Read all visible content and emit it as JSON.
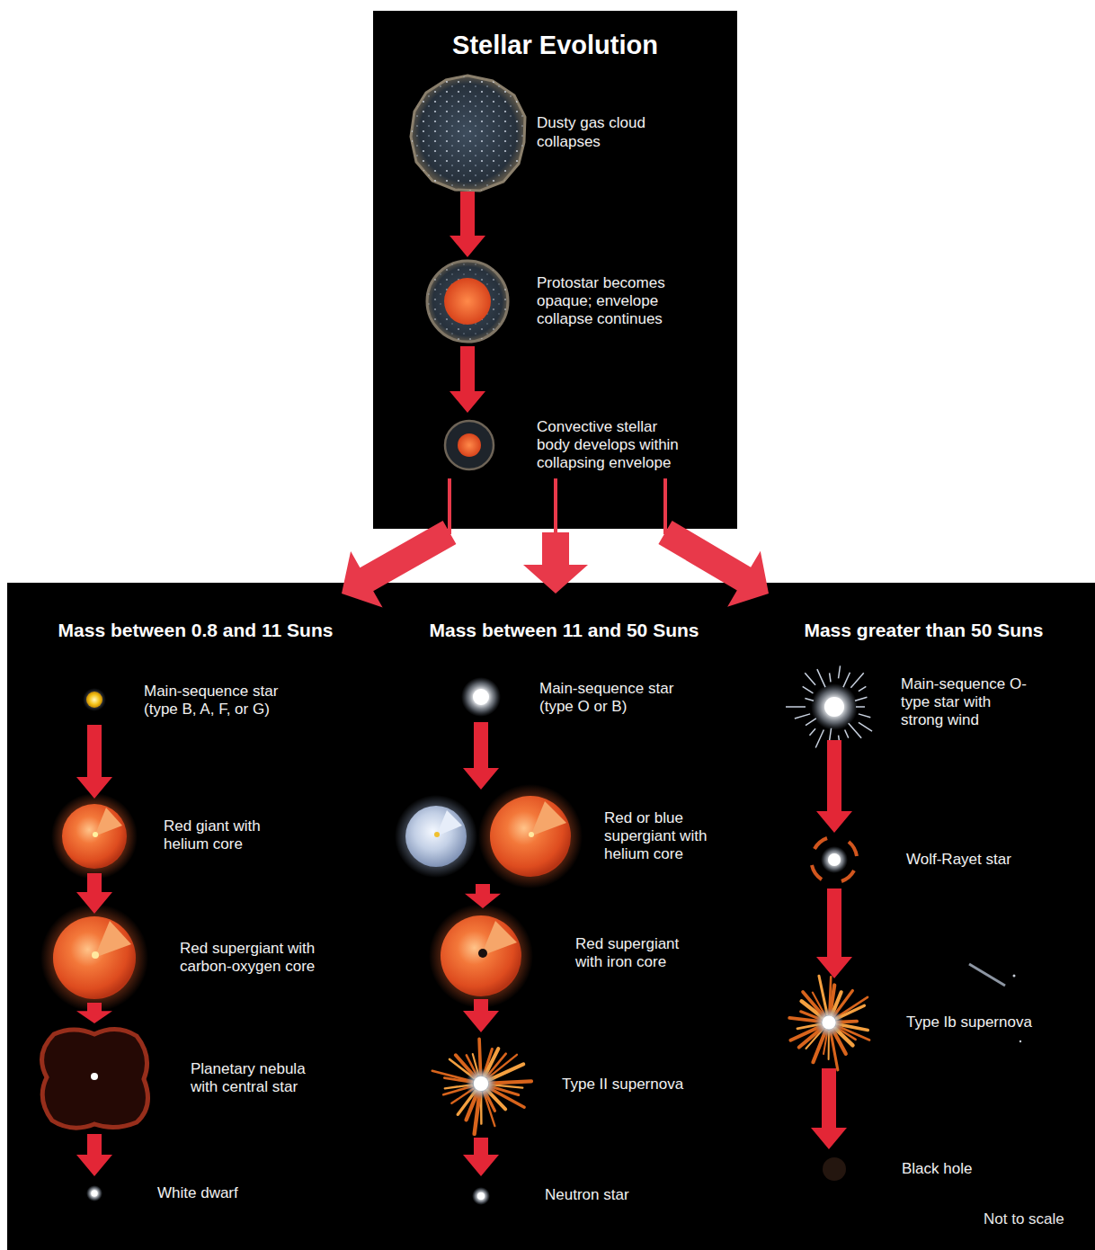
{
  "diagram": {
    "title": "Stellar Evolution",
    "nodes": [
      {
        "text": [
          "Dusty gas cloud collapses"
        ]
      },
      {
        "text": [
          "Protostar becomes opaque; envelope collapse continues"
        ]
      },
      {
        "text": [
          "Convective stellar body develops within collapsing envelope"
        ]
      },
      {
        "text": [
          "Mass between 0.8 and 11 Suns"
        ]
      },
      {
        "text": [
          "Main-sequence star (type B, A, F, or G)"
        ],
        "in": 3
      },
      {
        "text": [
          "Red giant with helium core"
        ],
        "in": 3
      },
      {
        "text": [
          "Red supergiant with carbon-oxygen core"
        ],
        "in": 3
      },
      {
        "text": [
          "Planetary nebula with central star"
        ],
        "in": 3
      },
      {
        "text": [
          "White dwarf"
        ],
        "in": 3
      },
      {
        "text": [
          "Mass between 11 and 50 Suns"
        ]
      },
      {
        "text": [
          "Main-sequence star (type O or B)"
        ],
        "in": 9
      },
      {
        "text": [
          "Red or blue supergiant with helium core"
        ],
        "in": 9
      },
      {
        "text": [
          "Red supergiant with iron core"
        ],
        "in": 9
      },
      {
        "text": [
          "Type II supernova"
        ],
        "in": 9
      },
      {
        "text": [
          "Neutron star"
        ],
        "in": 9
      },
      {
        "text": [
          "Mass greater than 50 Suns"
        ]
      },
      {
        "text": [
          "Main-sequence O-type star with strong wind"
        ],
        "in": 15
      },
      {
        "text": [
          "Wolf-Rayet star"
        ],
        "in": 15
      },
      {
        "text": [
          "Type Ib supernova"
        ],
        "in": 15
      },
      {
        "text": [
          "Black hole"
        ],
        "in": 15
      }
    ],
    "edges": [
      {
        "from": 0,
        "to": 1,
        "arrow": "to"
      },
      {
        "from": 1,
        "to": 2,
        "arrow": "to"
      },
      {
        "from": 2,
        "to": 3,
        "arrow": "to"
      },
      {
        "from": 2,
        "to": 9,
        "arrow": "to"
      },
      {
        "from": 2,
        "to": 15,
        "arrow": "to"
      },
      {
        "from": 4,
        "to": 5,
        "arrow": "to"
      },
      {
        "from": 5,
        "to": 6,
        "arrow": "to"
      },
      {
        "from": 6,
        "to": 7,
        "arrow": "to"
      },
      {
        "from": 7,
        "to": 8,
        "arrow": "to"
      },
      {
        "from": 10,
        "to": 11,
        "arrow": "to"
      },
      {
        "from": 11,
        "to": 12,
        "arrow": "to"
      },
      {
        "from": 12,
        "to": 13,
        "arrow": "to"
      },
      {
        "from": 13,
        "to": 14,
        "arrow": "to"
      },
      {
        "from": 16,
        "to": 17,
        "arrow": "to"
      },
      {
        "from": 17,
        "to": 18,
        "arrow": "to"
      },
      {
        "from": 18,
        "to": 19,
        "arrow": "to"
      }
    ],
    "labels": [
      "Not to scale"
    ]
  }
}
